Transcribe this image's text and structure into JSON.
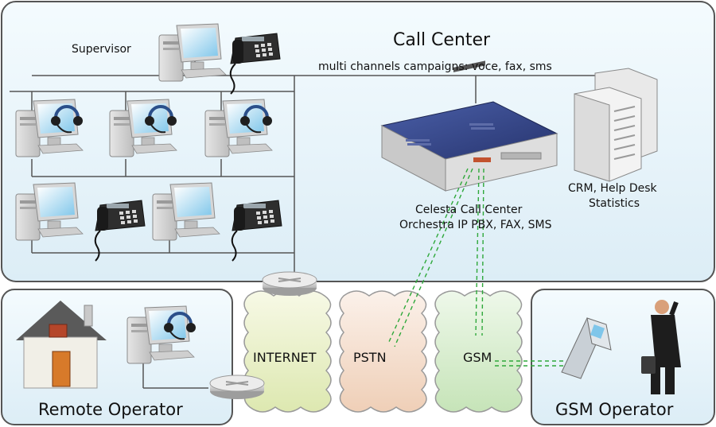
{
  "call_center": {
    "title": "Call Center",
    "subtitle": "multi channels campaigns: voce, fax, sms",
    "supervisor": "Supervisor",
    "pbx_line1": "Celesta Call Center",
    "pbx_line2": "Orchestra IP PBX, FAX, SMS",
    "crm_line1": "CRM, Help Desk",
    "crm_line2": "Statistics"
  },
  "networks": {
    "internet": "INTERNET",
    "pstn": "PSTN",
    "gsm": "GSM"
  },
  "remote": {
    "title": "Remote Operator"
  },
  "gsm_operator": {
    "title": "GSM Operator"
  },
  "colors": {
    "panel_fill": "#e6f4fb",
    "panel_stroke": "#555555",
    "internet_cloud": "#edf2cf",
    "pstn_cloud": "#f7e2d3",
    "gsm_cloud": "#dcefd4",
    "link_green": "#2ea83a"
  }
}
